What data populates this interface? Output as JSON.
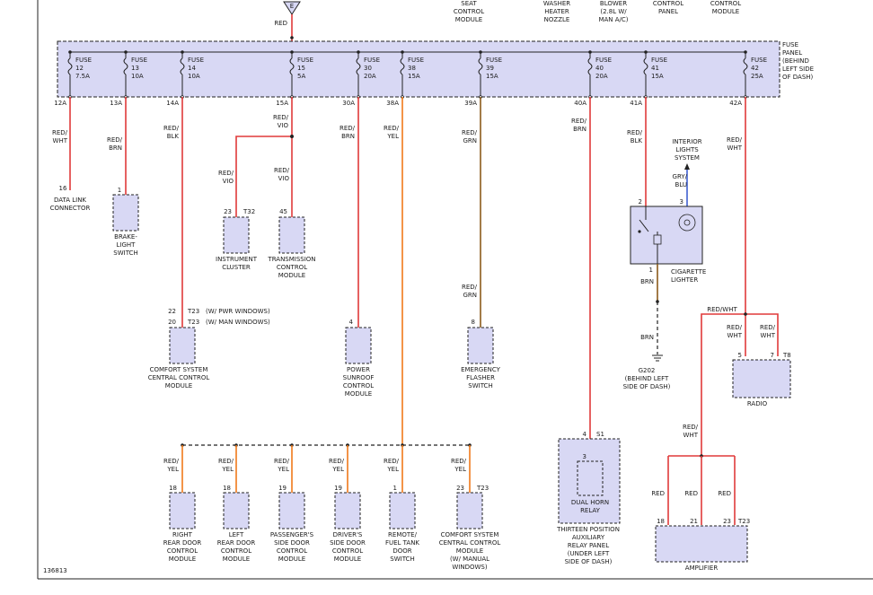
{
  "top_labels": {
    "seat": "SEAT\nCONTROL\nMODULE",
    "washer": "WASHER\nHEATER\nNOZZLE",
    "blower": "BLOWER\n(2.8L W/\nMAN A/C)",
    "control_panel": "CONTROL\nPANEL",
    "control_module": "CONTROL\nMODULE",
    "connector_e": "E",
    "top_wire": "RED"
  },
  "fuse_panel": {
    "label": "FUSE\nPANEL\n(BEHIND\nLEFT SIDE\nOF DASH)",
    "fuses": [
      {
        "name": "FUSE",
        "num": "12",
        "amp": "7.5A",
        "term": "12A"
      },
      {
        "name": "FUSE",
        "num": "13",
        "amp": "10A",
        "term": "13A"
      },
      {
        "name": "FUSE",
        "num": "14",
        "amp": "10A",
        "term": "14A"
      },
      {
        "name": "FUSE",
        "num": "15",
        "amp": "5A",
        "term": "15A"
      },
      {
        "name": "FUSE",
        "num": "30",
        "amp": "20A",
        "term": "30A"
      },
      {
        "name": "FUSE",
        "num": "38",
        "amp": "15A",
        "term": "38A"
      },
      {
        "name": "FUSE",
        "num": "39",
        "amp": "15A",
        "term": "39A"
      },
      {
        "name": "FUSE",
        "num": "40",
        "amp": "20A",
        "term": "40A"
      },
      {
        "name": "FUSE",
        "num": "41",
        "amp": "15A",
        "term": "41A"
      },
      {
        "name": "FUSE",
        "num": "42",
        "amp": "25A",
        "term": "42A"
      }
    ]
  },
  "wires": {
    "w12": "RED/\nWHT",
    "w13": "RED/\nBRN",
    "w14": "RED/\nBLK",
    "w15": "RED/\nVIO",
    "w15a": "RED/\nVIO",
    "w15b": "RED/\nVIO",
    "w30": "RED/\nBRN",
    "w38": "RED/\nYEL",
    "w39": "RED/\nGRN",
    "w39b": "RED/\nGRN",
    "w40": "RED/\nBRN",
    "w41": "RED/\nBLK",
    "w42": "RED/\nWHT",
    "gry_blu": "GRY/\nBLU",
    "brn1": "BRN",
    "brn2": "BRN",
    "red_wht_top": "RED/WHT",
    "rw_a": "RED/\nWHT",
    "rw_b": "RED/\nWHT",
    "rw_c": "RED/\nWHT",
    "ry1": "RED/\nYEL",
    "ry2": "RED/\nYEL",
    "ry3": "RED/\nYEL",
    "ry4": "RED/\nYEL",
    "ry5": "RED/\nYEL",
    "ry6": "RED/\nYEL",
    "amp_red1": "RED",
    "amp_red2": "RED",
    "amp_red3": "RED"
  },
  "components": {
    "data_link": {
      "pin": "16",
      "label": "DATA LINK\nCONNECTOR"
    },
    "brake": {
      "pin": "1",
      "label": "BRAKE-\nLIGHT\nSWITCH"
    },
    "instrument": {
      "pin": "23",
      "conn": "T32",
      "label": "INSTRUMENT\nCLUSTER"
    },
    "transmission": {
      "pin": "45",
      "label": "TRANSMISSION\nCONTROL\nMODULE"
    },
    "comfort": {
      "pin1": "22",
      "conn1": "T23",
      "note1": "(W/ PWR WINDOWS)",
      "pin2": "20",
      "conn2": "T23",
      "note2": "(W/ MAN WINDOWS)",
      "label": "COMFORT SYSTEM\nCENTRAL CONTROL\nMODULE"
    },
    "sunroof": {
      "pin": "4",
      "label": "POWER\nSUNROOF\nCONTROL\nMODULE"
    },
    "flasher": {
      "pin": "8",
      "label": "EMERGENCY\nFLASHER\nSWITCH"
    },
    "lighter": {
      "pin2": "2",
      "pin3": "3",
      "pin1": "1",
      "label": "CIGARETTE\nLIGHTER",
      "interior": "INTERIOR\nLIGHTS\nSYSTEM"
    },
    "ground": {
      "label": "G202\n(BEHIND LEFT\nSIDE OF DASH)"
    },
    "radio": {
      "pin5": "5",
      "pin7": "7",
      "conn": "T8",
      "label": "RADIO"
    },
    "horn": {
      "pin4": "4",
      "conn": "S1",
      "pin3": "3",
      "label": "DUAL HORN\nRELAY",
      "panel_label": "THIRTEEN POSITION\nAUXILIARY\nRELAY PANEL\n(UNDER LEFT\nSIDE OF DASH)"
    },
    "amplifier": {
      "pin18": "18",
      "pin21": "21",
      "pin23": "23",
      "conn": "T23",
      "label": "AMPLIFIER"
    },
    "bottom": [
      {
        "pin": "18",
        "label": "RIGHT\nREAR DOOR\nCONTROL\nMODULE"
      },
      {
        "pin": "18",
        "label": "LEFT\nREAR DOOR\nCONTROL\nMODULE"
      },
      {
        "pin": "19",
        "label": "PASSENGER'S\nSIDE DOOR\nCONTROL\nMODULE"
      },
      {
        "pin": "19",
        "label": "DRIVER'S\nSIDE DOOR\nCONTROL\nMODULE"
      },
      {
        "pin": "1",
        "label": "REMOTE/\nFUEL TANK\nDOOR\nSWITCH"
      },
      {
        "pin": "23",
        "conn": "T23",
        "label": "COMFORT SYSTEM\nCENTRAL CONTROL\nMODULE\n(W/ MANUAL\nWINDOWS)"
      }
    ]
  },
  "diagram_id": "136813"
}
